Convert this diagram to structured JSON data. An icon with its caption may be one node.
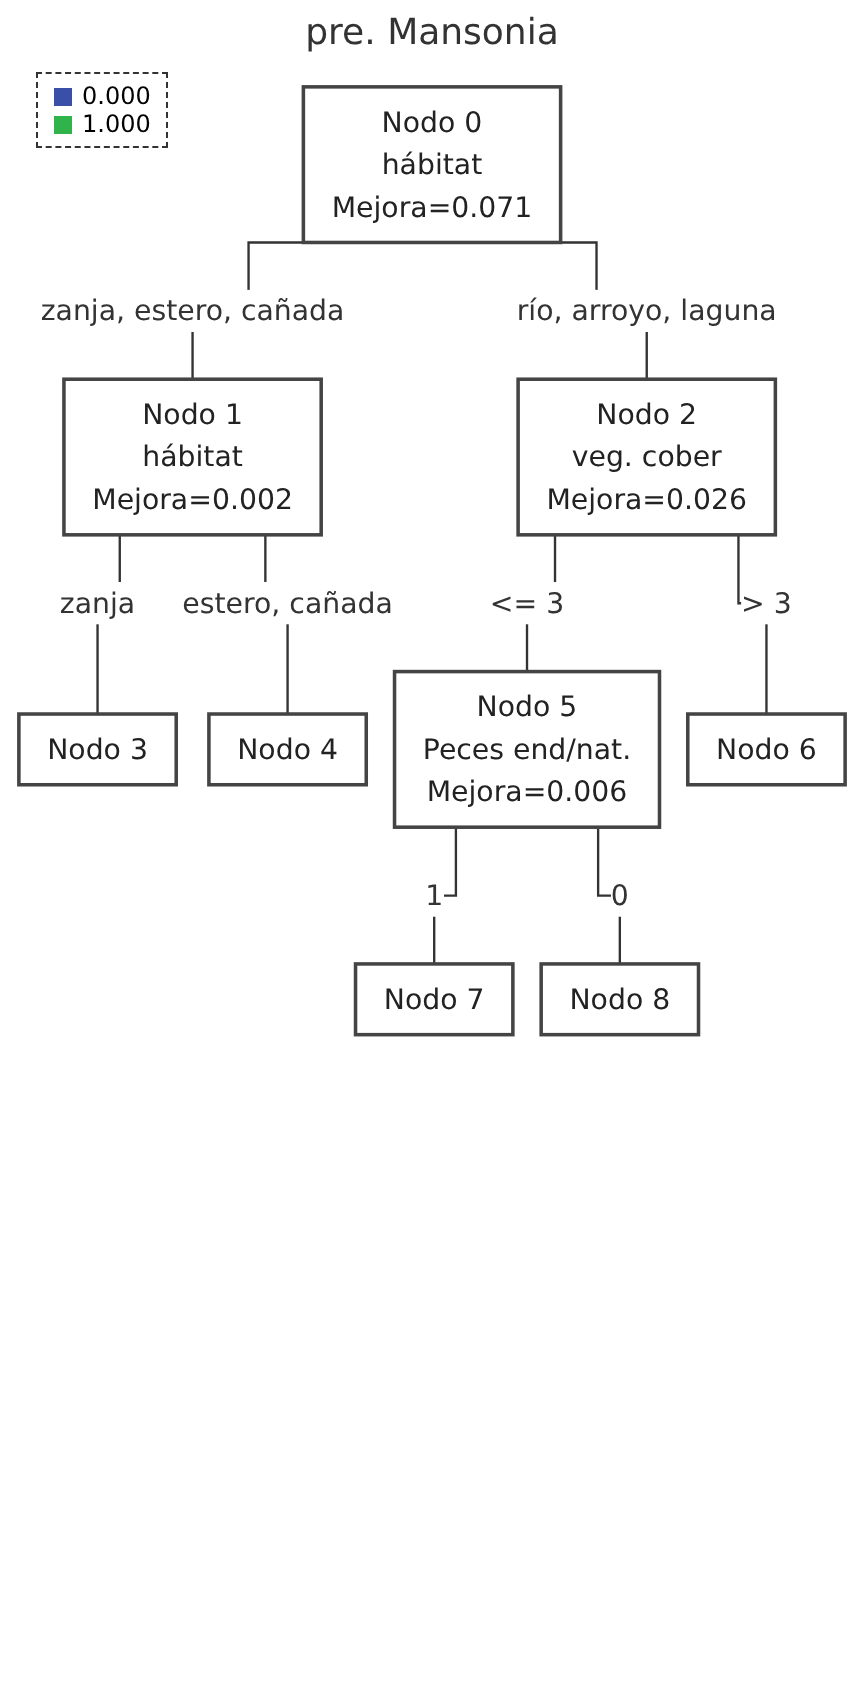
{
  "diagram": {
    "title": "pre. Mansonia",
    "nodes": [
      {
        "text": [
          "Nodo 0",
          "hábitat",
          "Mejora=0.071"
        ]
      },
      {
        "text": [
          "Nodo 1",
          "hábitat",
          "Mejora=0.002"
        ]
      },
      {
        "text": [
          "Nodo 2",
          "veg. cober",
          "Mejora=0.026"
        ]
      },
      {
        "text": [
          "Nodo 3"
        ]
      },
      {
        "text": [
          "Nodo 4"
        ]
      },
      {
        "text": [
          "Nodo 5",
          "Peces end/nat.",
          "Mejora=0.006"
        ]
      },
      {
        "text": [
          "Nodo 6"
        ]
      },
      {
        "text": [
          "Nodo 7"
        ]
      },
      {
        "text": [
          "Nodo 8"
        ]
      }
    ],
    "edges": [
      {
        "from": 0,
        "to": 1,
        "arrow": "none",
        "label": "zanja, estero, cañada"
      },
      {
        "from": 0,
        "to": 2,
        "arrow": "none",
        "label": "río, arroyo, laguna"
      },
      {
        "from": 1,
        "to": 3,
        "arrow": "none",
        "label": "zanja"
      },
      {
        "from": 1,
        "to": 4,
        "arrow": "none",
        "label": "estero, cañada"
      },
      {
        "from": 2,
        "to": 5,
        "arrow": "none",
        "label": "<= 3"
      },
      {
        "from": 2,
        "to": 6,
        "arrow": "none",
        "label": "> 3"
      },
      {
        "from": 5,
        "to": 7,
        "arrow": "none",
        "label": "1"
      },
      {
        "from": 5,
        "to": 8,
        "arrow": "none",
        "label": "0"
      }
    ],
    "legend": [
      {
        "text": "0.000",
        "color": "#3a4fa8"
      },
      {
        "text": "1.000",
        "color": "#2fb34a"
      }
    ]
  }
}
